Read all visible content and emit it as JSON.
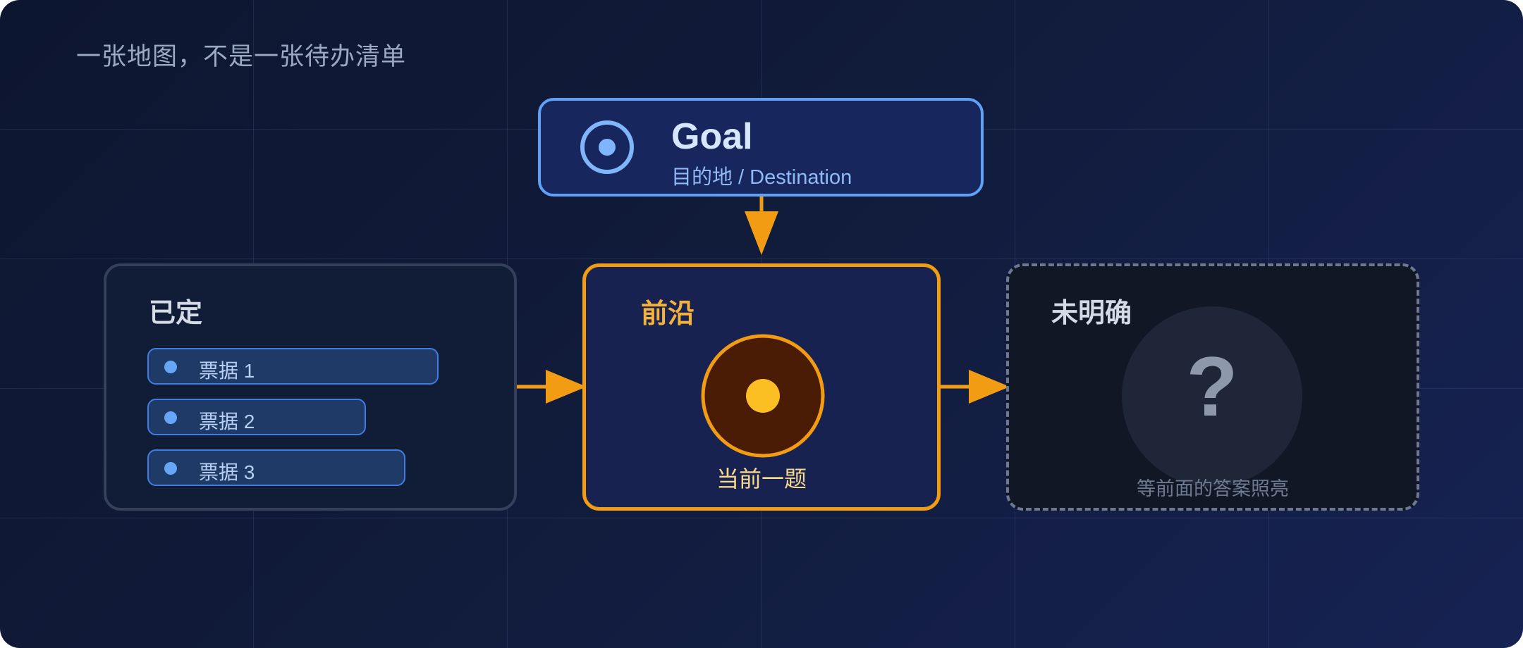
{
  "caption": "一张地图，不是一张待办清单",
  "goal": {
    "icon": "target-icon",
    "title": "Goal",
    "subtitle": "目的地 / Destination"
  },
  "decided": {
    "title": "已定",
    "tickets": [
      "票据 1",
      "票据 2",
      "票据 3"
    ]
  },
  "frontier": {
    "title": "前沿",
    "icon": "current-position-icon",
    "label": "当前一题"
  },
  "unknown": {
    "title": "未明确",
    "mark": "?",
    "note": "等前面的答案照亮"
  },
  "colors": {
    "background": "#111b3a",
    "goal_accent": "#5ea1f7",
    "frontier_accent": "#f29c13",
    "unknown_border": "#6c7990"
  }
}
